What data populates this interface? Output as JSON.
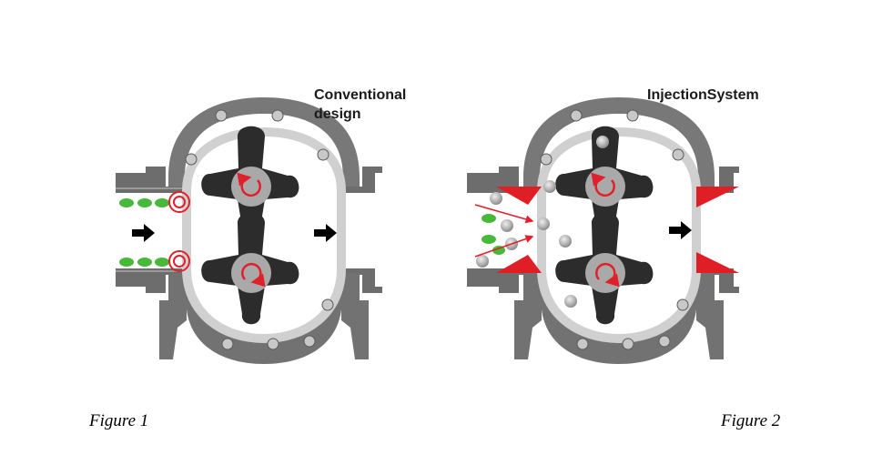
{
  "figure1": {
    "title": "Conventional\ndesign",
    "caption": "Figure 1"
  },
  "figure2": {
    "title": "InjectionSystem",
    "caption": "Figure 2"
  },
  "colors": {
    "housing": "#6f6f6f",
    "housing_inner": "#d9d9d9",
    "cover": "#777777",
    "bolt": "#c9c9c9",
    "rotor": "#2c2c2c",
    "hub": "#a9a9a9",
    "rotation_arrow": "#e0202a",
    "flow_arrow": "#000000",
    "product": "#47b83a",
    "particle": "#a8a8a8",
    "injection_insert": "#e01e26"
  },
  "icons": {
    "rotation": "rotation-arrow-icon",
    "flow": "flow-arrow-icon"
  }
}
